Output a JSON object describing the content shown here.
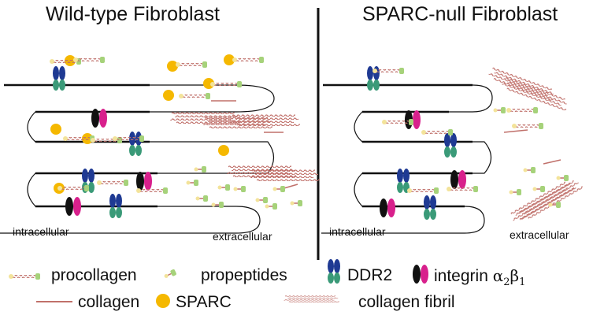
{
  "panels": {
    "left_title": "Wild-type Fibroblast",
    "right_title": "SPARC-null Fibroblast"
  },
  "zones": {
    "left_intracellular": "intracellular",
    "left_extracellular": "extracellular",
    "right_intracellular": "intracellular",
    "right_extracellular": "extracellular"
  },
  "legend": {
    "procollagen": "procollagen",
    "propeptides": "propeptides",
    "ddr2": "DDR2",
    "integrin": "integrin",
    "integrin_subscript_alpha": "α",
    "integrin_subscript_a_index": "2",
    "integrin_subscript_beta": "β",
    "integrin_subscript_b_index": "1",
    "collagen": "collagen",
    "sparc": "SPARC",
    "collagen_fibril": "collagen fibril"
  },
  "colors": {
    "membrane": "#111111",
    "collagen": "#c0706a",
    "propeptide": "#a6d27a",
    "sparc": "#f5b800",
    "ddr2_blue": "#1f3a93",
    "ddr2_green": "#3a9a78",
    "integrin_black": "#111111",
    "integrin_pink": "#d8208c"
  }
}
